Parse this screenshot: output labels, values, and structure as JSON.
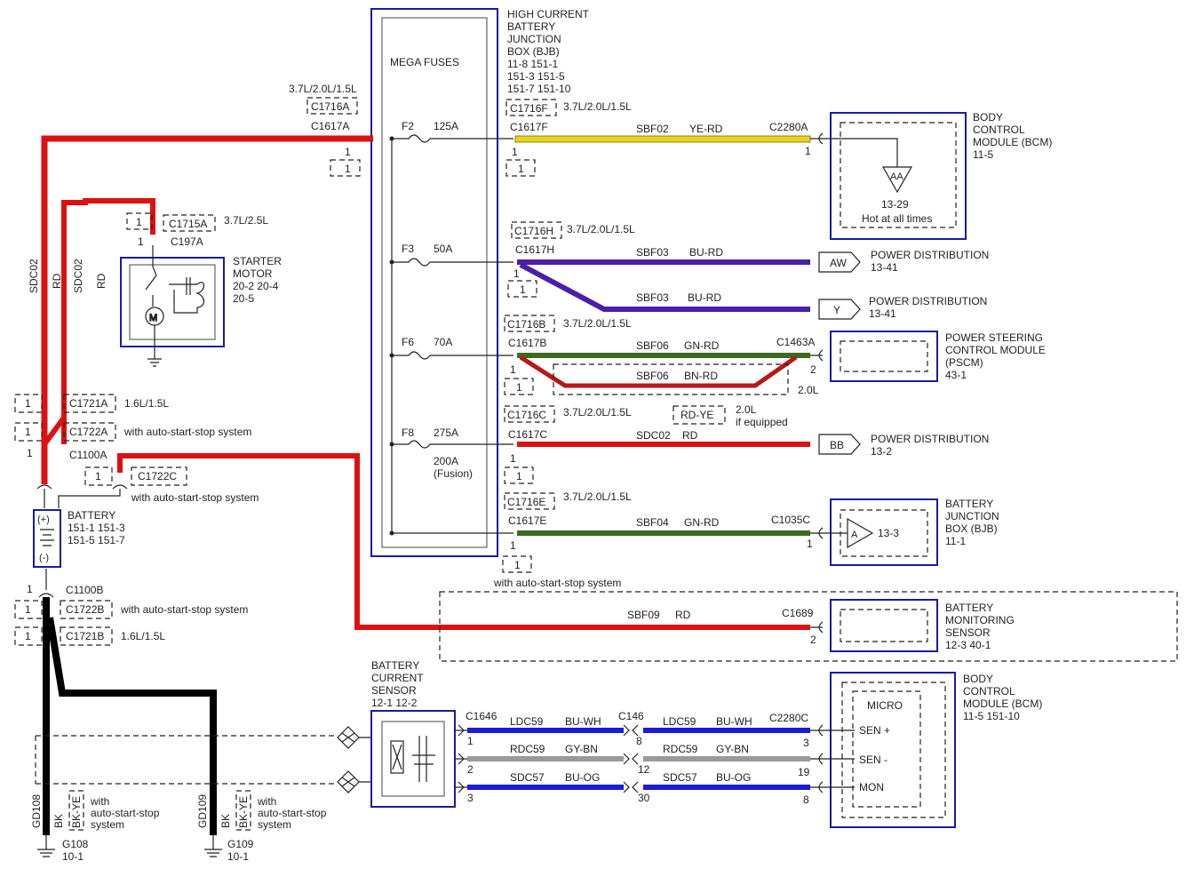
{
  "colors": {
    "red": "#dd1111",
    "yellow": "#e8d21a",
    "blue": "#1b1bd8",
    "purple": "#4a1fa8",
    "green": "#3a6b1e",
    "black": "#000000",
    "gray": "#9a9a9a",
    "box": "#1a1aa8"
  },
  "hcbjb": {
    "title": [
      "HIGH CURRENT",
      "BATTERY",
      "JUNCTION",
      "BOX (BJB)"
    ],
    "refs": [
      "11-8      151-1",
      "151-3  151-5",
      "151-7    151-10"
    ],
    "inner_label": "MEGA FUSES",
    "fuses": [
      {
        "name": "F2",
        "rating": "125A"
      },
      {
        "name": "F3",
        "rating": "50A"
      },
      {
        "name": "F6",
        "rating": "70A"
      },
      {
        "name": "F8",
        "rating": "275A"
      }
    ],
    "fusion": [
      "200A",
      "(Fusion)"
    ]
  },
  "left": {
    "c1716a": "C1716A",
    "c1617a": "C1617A",
    "eng_a": "3.7L/2.0L/1.5L",
    "one": "1",
    "c1715a": "C1715A",
    "c197a": "C197A",
    "eng_1715": "3.7L/2.5L",
    "starter": [
      "STARTER",
      "MOTOR",
      "20-2     20-4",
      "20-5"
    ],
    "wire_labels": [
      "SDC02",
      "RD",
      "SDC02",
      "RD"
    ],
    "c1721a": "C1721A",
    "c1721a_note": "1.6L/1.5L",
    "c1722a": "C1722A",
    "c1722a_note": "with auto-start-stop system",
    "c1100a": "C1100A",
    "c1722c": "C1722C",
    "c1722c_note": "with auto-start-stop system",
    "battery": [
      "BATTERY",
      "151-1   151-3",
      "151-5   151-7"
    ],
    "plus": "(+)",
    "minus": "(-)",
    "c1100b": "C1100B",
    "c1722b": "C1722B",
    "c1722b_note": "with auto-start-stop system",
    "c1721b": "C1721B",
    "c1721b_note": "1.6L/1.5L",
    "gd108": "GD108",
    "gd109": "GD109",
    "bk": "BK",
    "bkye": "BK-YE",
    "with_ass": [
      "with",
      "auto-start-stop",
      "system"
    ],
    "g108": [
      "G108",
      "10-1"
    ],
    "g109": [
      "G109",
      "10-1"
    ]
  },
  "rows": {
    "r1": {
      "conn_alt": "C1716F",
      "eng": "3.7L/2.0L/1.5L",
      "conn": "C1617F",
      "circuit": "SBF02",
      "color": "YE-RD",
      "dest_conn": "C2280A",
      "pin": "1",
      "pin_l": "1"
    },
    "r2": {
      "conn_alt": "C1716H",
      "eng": "3.7L/2.0L/1.5L",
      "conn": "C1617H",
      "circuit": "SBF03",
      "color": "BU-RD",
      "pin_l": "1"
    },
    "r3": {
      "circuit": "SBF03",
      "color": "BU-RD"
    },
    "r4": {
      "conn_alt": "C1716B",
      "eng": "3.7L/2.0L/1.5L",
      "conn": "C1617B",
      "circuit": "SBF06",
      "color": "GN-RD",
      "dest_conn": "C1463A",
      "pin": "2",
      "pin_l": "1",
      "alt_circuit": "SBF06",
      "alt_color": "BN-RD",
      "alt_eng": "2.0L"
    },
    "r5": {
      "conn_alt": "C1716C",
      "eng": "3.7L/2.0L/1.5L",
      "rdye": "RD-YE",
      "rdye_note": [
        "2.0L",
        "if equipped"
      ],
      "conn": "C1617C",
      "circuit": "SDC02",
      "color": "RD",
      "pin_l": "1"
    },
    "r6": {
      "conn_alt": "C1716E",
      "eng": "3.7L/2.0L/1.5L",
      "conn": "C1617E",
      "circuit": "SBF04",
      "color": "GN-RD",
      "dest_conn": "C1035C",
      "pin": "1",
      "pin_l": "1",
      "note": "with auto-start-stop system"
    },
    "r7": {
      "circuit": "SBF09",
      "color": "RD",
      "dest_conn": "C1689",
      "pin": "2"
    }
  },
  "dest": {
    "bcm_title": [
      "BODY",
      "CONTROL",
      "MODULE (BCM)",
      "11-5"
    ],
    "bcm_inner": [
      "13-29",
      "Hot at all times"
    ],
    "aa": "AA",
    "aw": "AW",
    "pd1": [
      "POWER DISTRIBUTION",
      "13-41"
    ],
    "y": "Y",
    "pd2": [
      "POWER DISTRIBUTION",
      "13-41"
    ],
    "pscm": [
      "POWER STEERING",
      "CONTROL MODULE",
      "(PSCM)",
      "43-1"
    ],
    "bb": "BB",
    "pd3": [
      "POWER DISTRIBUTION",
      "13-2"
    ],
    "bjb": [
      "BATTERY",
      "JUNCTION",
      "BOX (BJB)",
      "11-1"
    ],
    "a": "A",
    "a_ref": "13-3",
    "bms": [
      "BATTERY",
      "MONITORING",
      "SENSOR",
      "12-3     40-1"
    ]
  },
  "sensor": {
    "title": [
      "BATTERY",
      "CURRENT",
      "SENSOR",
      "12-1     12-2"
    ],
    "c1646": "C1646",
    "c146": "C146",
    "c2280c": "C2280C",
    "wires": [
      {
        "circuit": "LDC59",
        "color": "BU-WH",
        "p1": "1",
        "p2": "8",
        "p3": "3"
      },
      {
        "circuit": "RDC59",
        "color": "GY-BN",
        "p1": "2",
        "p2": "12",
        "p3": "19"
      },
      {
        "circuit": "SDC57",
        "color": "BU-OG",
        "p1": "3",
        "p2": "30",
        "p3": "8"
      }
    ],
    "bcm": [
      "BODY",
      "CONTROL",
      "MODULE (BCM)",
      "11-5     151-10"
    ],
    "micro": "MICRO",
    "senp": "SEN +",
    "senm": "SEN -",
    "mon": "MON"
  }
}
